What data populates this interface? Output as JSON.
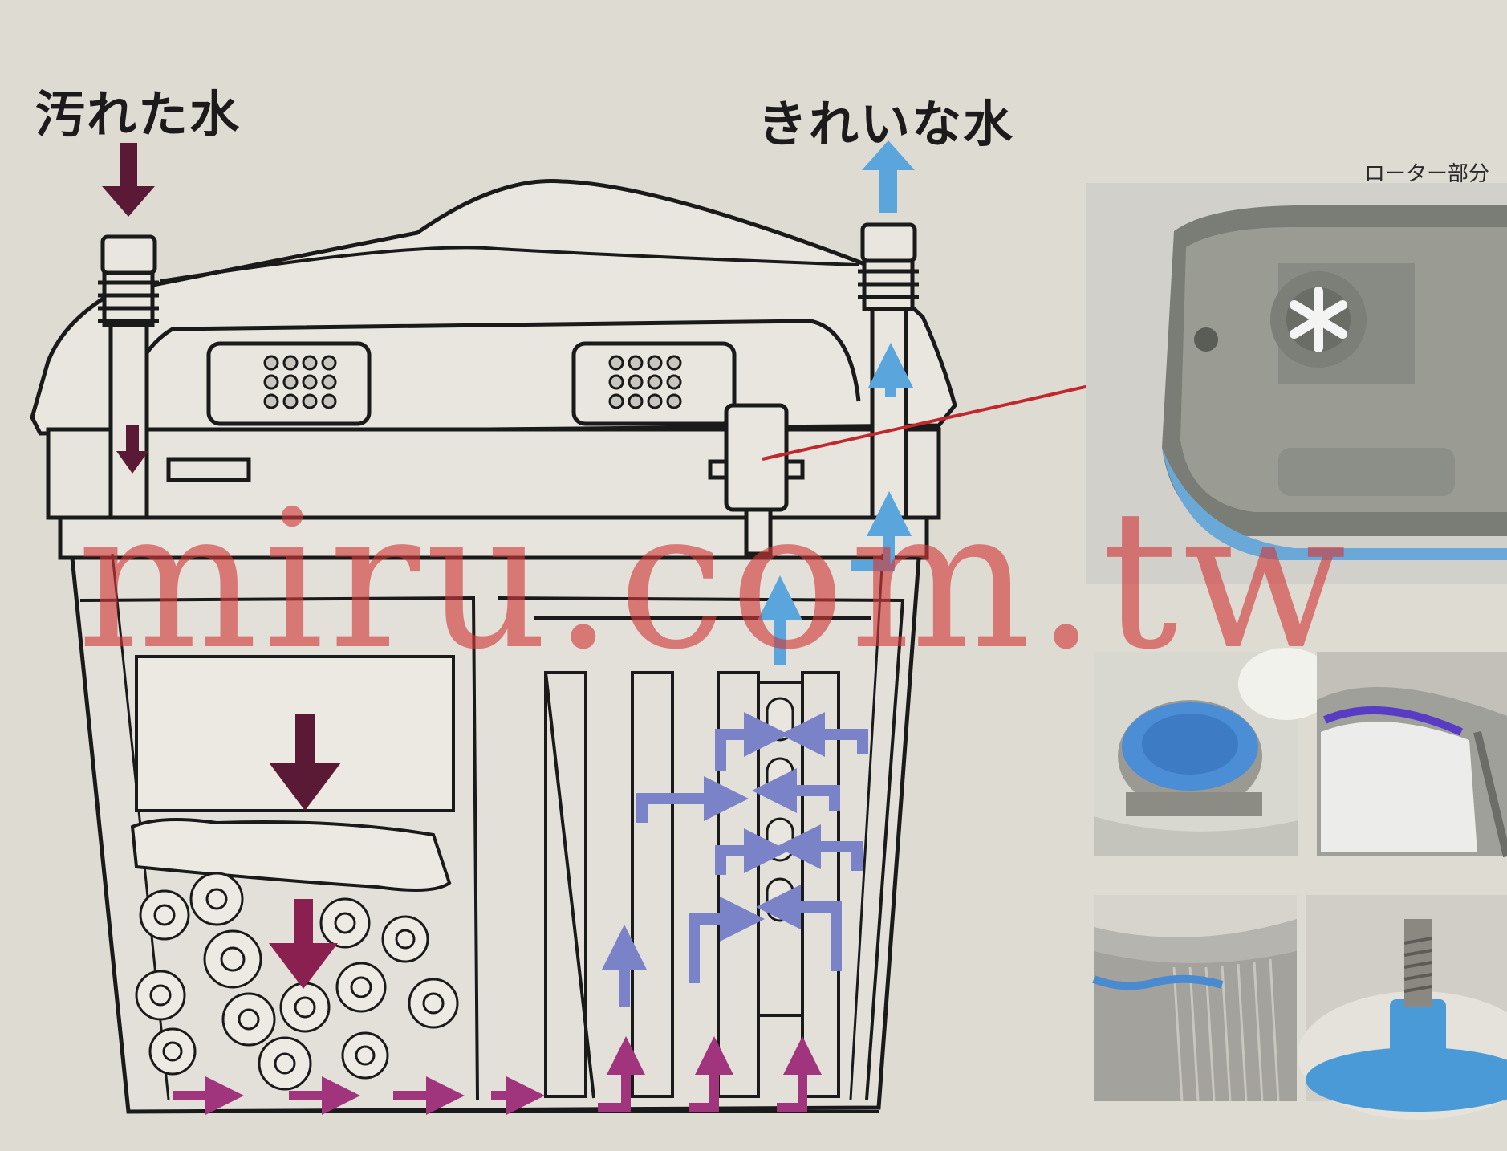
{
  "labels": {
    "dirty_water": "汚れた水",
    "clean_water": "きれいな水",
    "rotor_part": "ローター部分"
  },
  "watermark": "miru.com.tw",
  "colors": {
    "background": "#dedbd2",
    "dirty_arrow": "#5a1a35",
    "bottom_arrow": "#a0357e",
    "flow_arrow": "#7a82c8",
    "clean_arrow": "#5aa6dc",
    "pointer_line": "#c0282e",
    "watermark": "#d23a3a"
  },
  "icons": [
    "arrow-down-icon",
    "arrow-up-icon",
    "arrow-right-icon",
    "arrow-left-icon"
  ]
}
